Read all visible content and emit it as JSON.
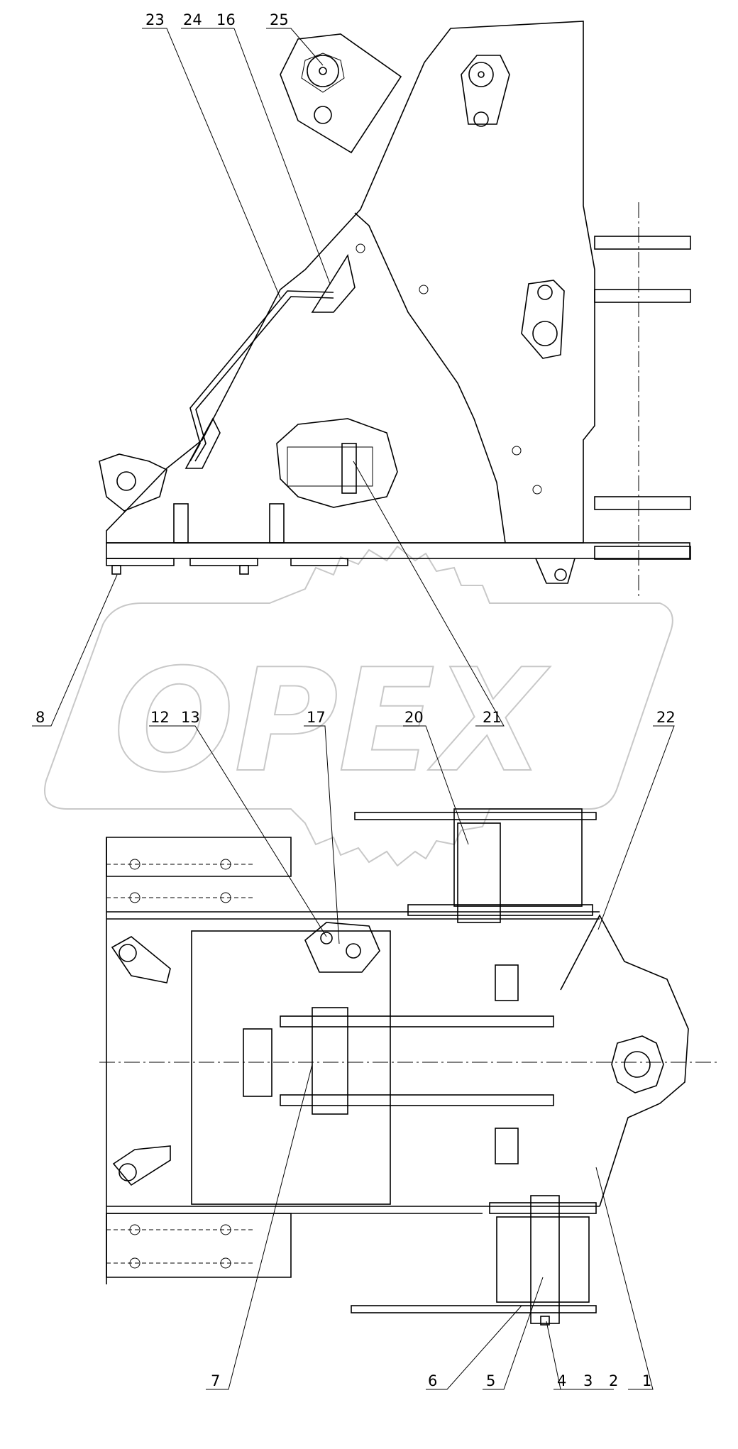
{
  "watermark": {
    "text": "OPEX"
  },
  "callouts": {
    "c23": "23",
    "c24": "24",
    "c16": "16",
    "c25": "25",
    "c8": "8",
    "c21": "21",
    "c12": "12",
    "c13": "13",
    "c17": "17",
    "c20": "20",
    "c22": "22",
    "c7": "7",
    "c6": "6",
    "c5": "5",
    "c4": "4",
    "c3": "3",
    "c2": "2",
    "c1": "1"
  }
}
